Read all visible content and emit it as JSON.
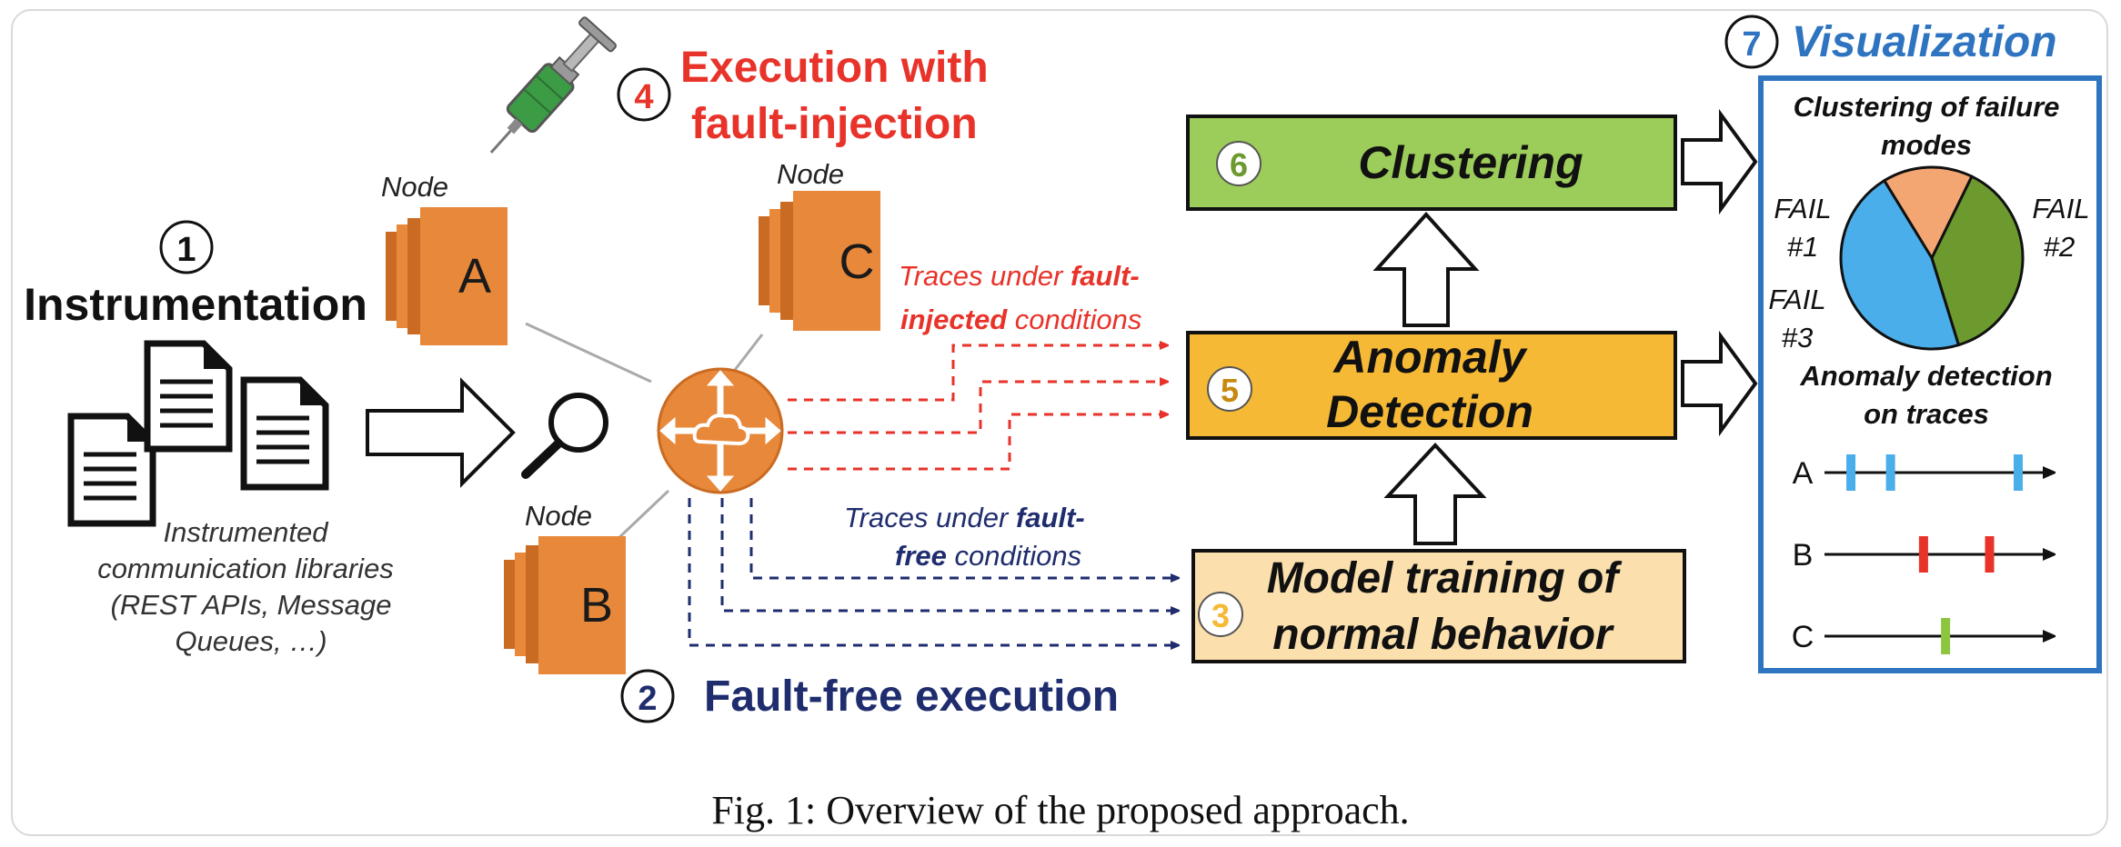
{
  "instrumentation": {
    "num": "1",
    "title": "Instrumentation"
  },
  "libraries": {
    "lines": [
      "Instrumented",
      "communication libraries",
      "(REST APIs, Message",
      "Queues, …)"
    ]
  },
  "nodes": [
    {
      "id": "A",
      "label": "Node",
      "letter": "A"
    },
    {
      "id": "B",
      "label": "Node",
      "letter": "B"
    },
    {
      "id": "C",
      "label": "Node",
      "letter": "C"
    }
  ],
  "fault_injection": {
    "num": "4",
    "title_lines": [
      "Execution with",
      "fault-injection"
    ]
  },
  "fault_free": {
    "num": "2",
    "title": "Fault-free execution"
  },
  "traces_fault_injected": {
    "line1_normal": "Traces under ",
    "line1_bold": "fault-",
    "line2_bold": "injected",
    "line2_normal": " conditions"
  },
  "traces_fault_free": {
    "line1_normal": "Traces under ",
    "line1_bold": "fault-",
    "line2_bold": "free",
    "line2_normal": " conditions"
  },
  "clustering": {
    "num": "6",
    "label": "Clustering"
  },
  "anomaly_detection": {
    "num": "5",
    "label_lines": [
      "Anomaly",
      "Detection"
    ]
  },
  "model_training": {
    "num": "3",
    "label_lines": [
      "Model training of",
      "normal behavior"
    ]
  },
  "visualization": {
    "num": "7",
    "title": "Visualization",
    "pie_title_lines": [
      "Clustering of failure",
      "modes"
    ],
    "pie_labels": [
      {
        "name": "fail1",
        "lines": [
          "FAIL",
          "#1"
        ]
      },
      {
        "name": "fail2",
        "lines": [
          "FAIL",
          "#2"
        ]
      },
      {
        "name": "fail3",
        "lines": [
          "FAIL",
          "#3"
        ]
      }
    ],
    "pie_slices": [
      {
        "name": "FAIL #1",
        "fraction": 0.16,
        "color": "#f4a672"
      },
      {
        "name": "FAIL #2",
        "fraction": 0.38,
        "color": "#6d9a2e"
      },
      {
        "name": "FAIL #3",
        "fraction": 0.46,
        "color": "#4aaeea"
      }
    ],
    "anomaly_title_lines": [
      "Anomaly detection",
      "on traces"
    ],
    "trace_rows": [
      {
        "label": "A",
        "marks": [
          0.12,
          0.3,
          0.88
        ],
        "color": "#4aaeea"
      },
      {
        "label": "B",
        "marks": [
          0.45,
          0.75
        ],
        "color": "#e8332a"
      },
      {
        "label": "C",
        "marks": [
          0.55
        ],
        "color": "#8cc63f"
      }
    ]
  },
  "colors": {
    "red": "#e8332a",
    "navy": "#1f2d6e",
    "blue": "#2e74c0",
    "node_orange": "#e8883a",
    "green_box": "#9ccc5a",
    "yellow_box": "#f5b935",
    "light_box": "#fbe0ad"
  },
  "caption": "Fig. 1: Overview of the proposed approach."
}
